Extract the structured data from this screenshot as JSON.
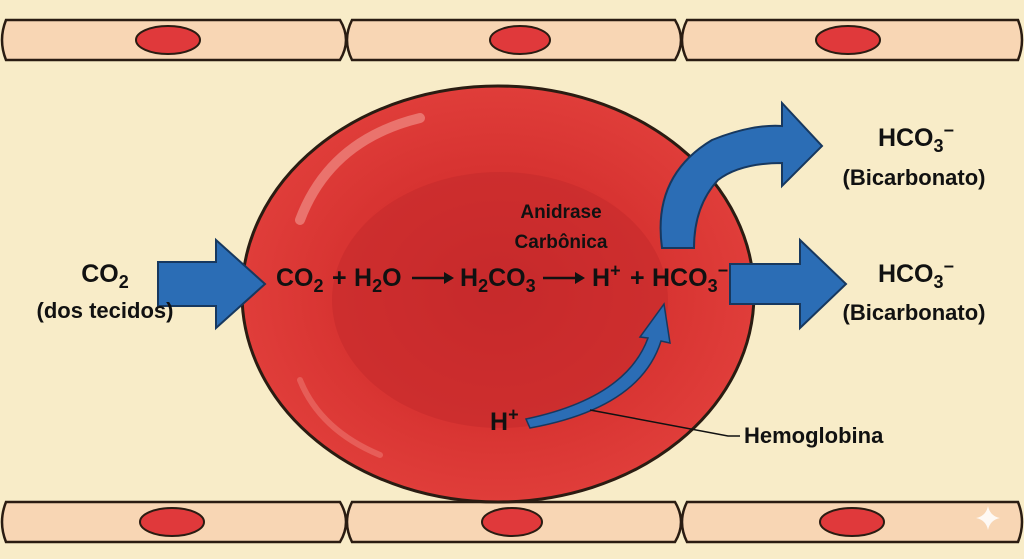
{
  "co2_source": {
    "formula": "CO",
    "sub": "2",
    "origin": "(dos tecidos)"
  },
  "enzyme": {
    "line1": "Anidrase",
    "line2": "Carbônica"
  },
  "reaction": {
    "co2": "CO",
    "co2_sub": "2",
    "plus1": "+",
    "h2o_h": "H",
    "h2o_sub": "2",
    "h2o_o": "O",
    "h2co3_h": "H",
    "h2co3_sub1": "2",
    "h2co3_co": "CO",
    "h2co3_sub2": "3",
    "h": "H",
    "h_sup": "+",
    "plus2": "+",
    "hco3": "HCO",
    "hco3_sub": "3",
    "hco3_sup": "−"
  },
  "products": [
    {
      "formula": "HCO",
      "sub": "3",
      "sup": "−",
      "name": "(Bicarbonato)"
    },
    {
      "formula": "HCO",
      "sub": "3",
      "sup": "−",
      "name": "(Bicarbonato)"
    }
  ],
  "proton": {
    "symbol": "H",
    "sup": "+"
  },
  "hemoglobin_label": "Hemoglobina",
  "colors": {
    "plasma": "#f8ecc8",
    "vessel_wall": "#f8d6b4",
    "nucleus": "#e0393b",
    "red_cell": "#dd3634",
    "arrow": "#2b6db5"
  },
  "icons": [
    "right-arrow-icon",
    "curved-arrow-icon",
    "sparkle-icon"
  ]
}
